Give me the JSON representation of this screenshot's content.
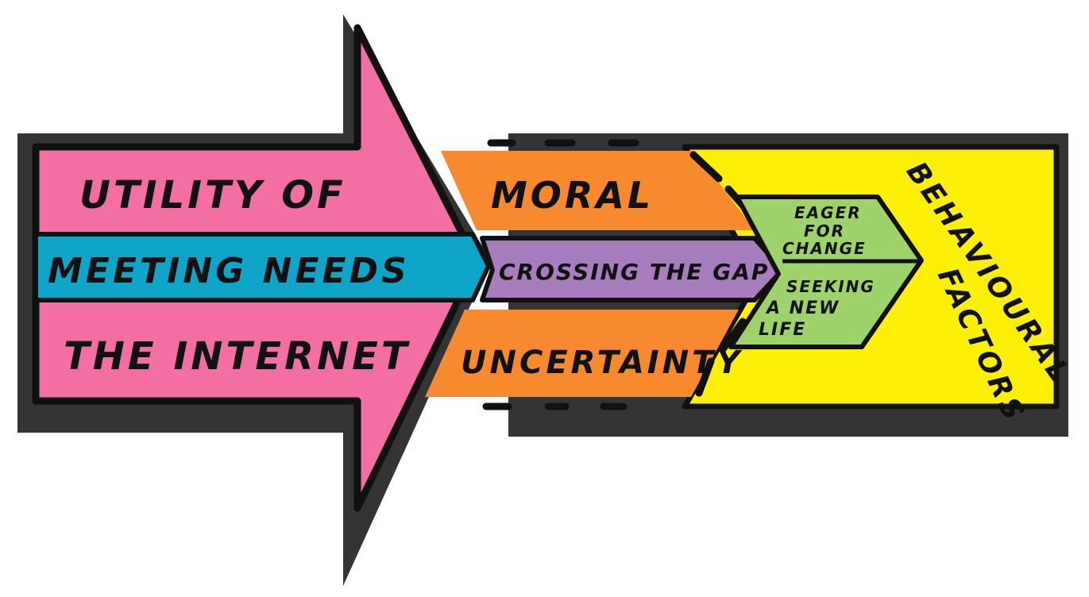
{
  "colors": {
    "pink": "#f26ea3",
    "blue": "#0ea5c9",
    "orange": "#f7892f",
    "purple": "#a77dbd",
    "green": "#9dd36a",
    "yellow": "#fdef08",
    "ink": "#111111"
  },
  "arrow": {
    "top_label": "UTILITY OF",
    "middle_label": "MEETING NEEDS",
    "bottom_label": "THE INTERNET"
  },
  "orange_band": {
    "top_label": "MORAL",
    "bottom_label": "UNCERTAINTY"
  },
  "gap_band": {
    "label": "CROSSING THE GAP"
  },
  "green_chevron": {
    "top_line1": "EAGER",
    "top_line2": "FOR",
    "top_line3": "CHANGE",
    "bottom_line1": "SEEKING",
    "bottom_line2": "A NEW",
    "bottom_line3": "LIFE"
  },
  "yellow_panel": {
    "label_line1": "BEHAVIOURAL",
    "label_line2": "FACTORS"
  }
}
